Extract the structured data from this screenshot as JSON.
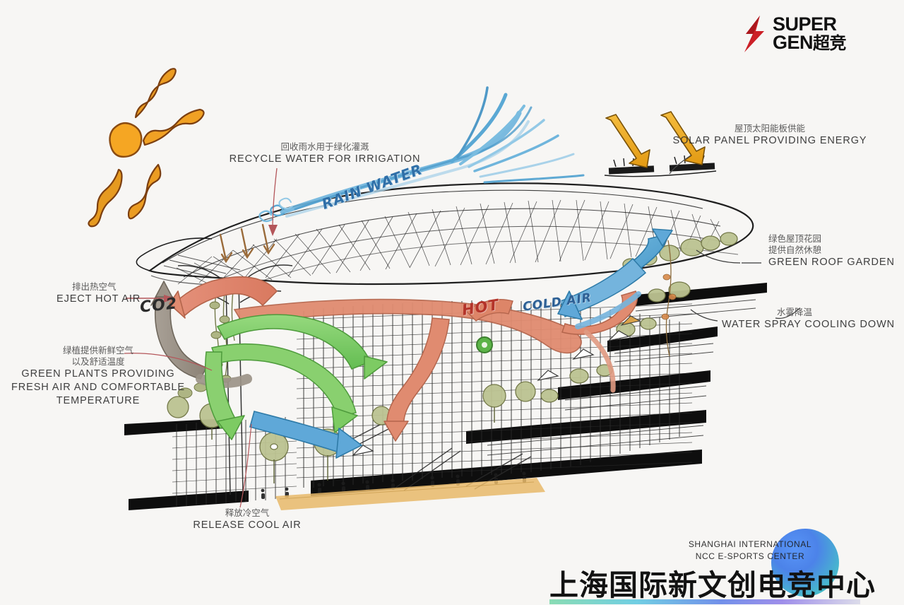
{
  "logo": {
    "bolt_icon": "lightning-bolt-icon",
    "line1": "SUPER",
    "line2": "GEN",
    "cn_suffix": "超竞",
    "bolt_color": "#cc2027",
    "text_color": "#111111"
  },
  "annotations": [
    {
      "id": "recycle-water",
      "cn": "回收雨水用于绿化灌溉",
      "en": "RECYCLE WATER FOR IRRIGATION",
      "align": "center",
      "leader_color": "#b4565a"
    },
    {
      "id": "solar-panel",
      "cn": "屋顶太阳能板供能",
      "en": "SOLAR PANEL PROVIDING ENERGY",
      "align": "center",
      "leader_color": "#555555"
    },
    {
      "id": "green-roof-garden",
      "cn_line1": "绿色屋顶花园",
      "cn_line2": "提供自然休憩",
      "en": "GREEN ROOF GARDEN",
      "align": "left",
      "leader_color": "#555555"
    },
    {
      "id": "water-spray",
      "cn": "水雾降温",
      "en": "WATER SPRAY COOLING DOWN",
      "align": "left",
      "leader_color": "#555555"
    },
    {
      "id": "eject-hot-air",
      "cn": "排出热空气",
      "en": "EJECT HOT AIR",
      "align": "left",
      "leader_color": "#b4565a"
    },
    {
      "id": "green-plants",
      "cn_line1": "绿植提供新鲜空气",
      "cn_line2": "以及舒适温度",
      "en_line1": "GREEN PLANTS PROVIDING",
      "en_line2": "FRESH AIR AND COMFORTABLE",
      "en_line3": "TEMPERATURE",
      "align": "center",
      "leader_color": "#b4565a"
    },
    {
      "id": "release-cool-air",
      "cn": "释放冷空气",
      "en": "RELEASE COOL AIR",
      "align": "center",
      "leader_color": "#b4565a"
    }
  ],
  "graffiti": [
    {
      "id": "rain-water",
      "text": "RAIN WATER",
      "color": "#2f6fa8"
    },
    {
      "id": "hot-air",
      "text": "HOT",
      "color": "#b4342a"
    },
    {
      "id": "cold-air",
      "text": "COLD AIR",
      "color": "#2d5f94"
    },
    {
      "id": "co2",
      "text": "CO2",
      "color": "#2b2b2b"
    }
  ],
  "branding": {
    "en_line1": "SHANGHAI INTERNATIONAL",
    "en_line2": "NCC E-SPORTS CENTER",
    "cn_title": "上海国际新文创电竞中心",
    "blob_colors": [
      "#4d8ef7",
      "#35c6b0"
    ],
    "bar_gradient": [
      "#76d7a8",
      "#59c7e0",
      "#5a7ee8",
      "#8f7ce8"
    ]
  },
  "diagram": {
    "title": "sustainable-architecture-section-diagram",
    "sun": {
      "color": "#f5a623",
      "rays": 5
    },
    "flows": [
      {
        "name": "hot-air-flow",
        "color": "#e08b70"
      },
      {
        "name": "fresh-air-flow",
        "color": "#7dcb63"
      },
      {
        "name": "cool-air-flow",
        "color": "#5fa8d8"
      },
      {
        "name": "water-spray-flow",
        "color": "#4a9fd0"
      },
      {
        "name": "rain-water-flow",
        "color": "#6cb4dd"
      },
      {
        "name": "exhaust-duct",
        "color": "#9b9287"
      },
      {
        "name": "solar-ray",
        "color": "#eaa52a"
      }
    ],
    "slab_color": "#111111",
    "structure_color": "#222222",
    "foliage_color": "#b9c08a",
    "floor_color": "#e8b96a"
  }
}
